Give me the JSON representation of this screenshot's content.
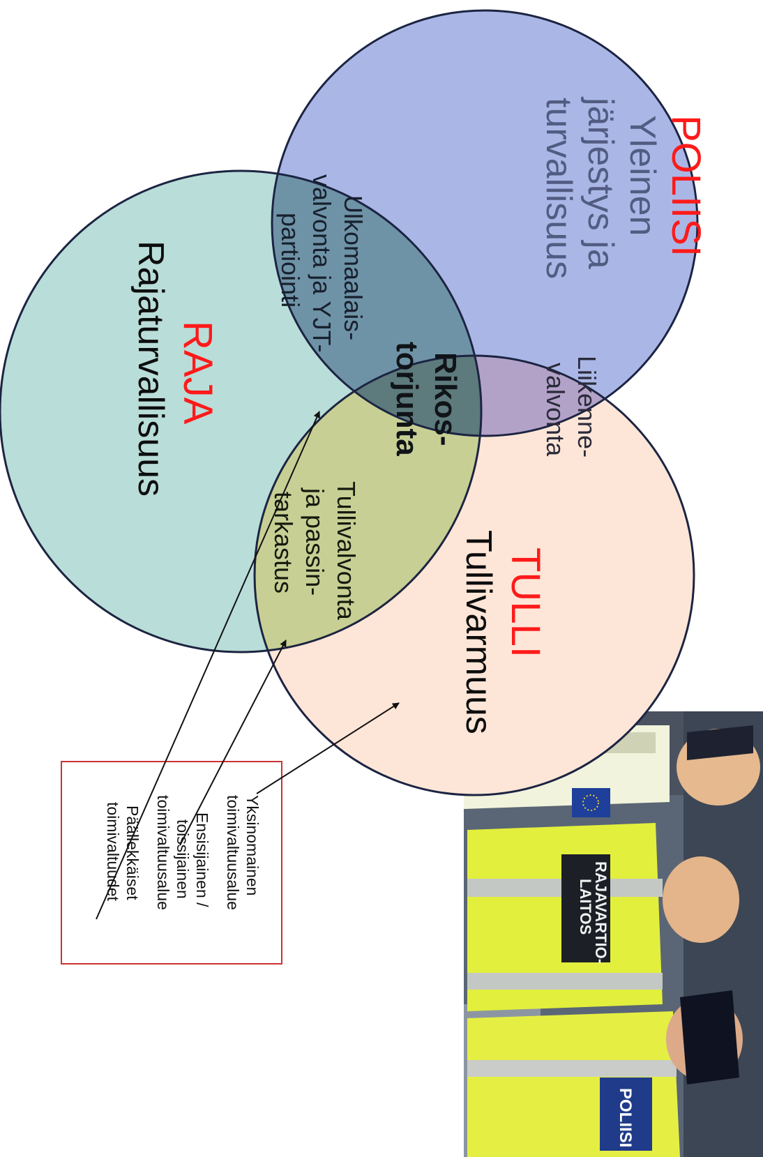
{
  "colors": {
    "police_fill": "#aab7e6",
    "customs_fill": "#fde6d7",
    "border_fill": "#b9ddd8",
    "police_customs_overlap": "#b3a2c8",
    "police_border_overlap": "#6f93a6",
    "customs_border_overlap": "#c7cf94",
    "center_overlap": "#5d7a7c",
    "circle_stroke": "#1c2442",
    "agency_red": "#ff1a1a",
    "legend_border": "#cc3333"
  },
  "circles": {
    "police": {
      "name": "POLIISI",
      "lines": [
        "Yleinen",
        "järjestys ja",
        "turvallisuus"
      ]
    },
    "customs": {
      "name": "TULLI",
      "lines": [
        "Tullivarmuus"
      ]
    },
    "border": {
      "name": "RAJA",
      "lines": [
        "Rajaturvallisuus"
      ]
    }
  },
  "overlaps": {
    "police_customs": [
      "Liikenne-",
      "valvonta"
    ],
    "police_border": [
      "Ulkomaalais-",
      "valvonta ja YJT-",
      "partiointi"
    ],
    "customs_border": [
      "Tullivalvonta",
      "ja passin-",
      "tarkastus"
    ],
    "center": [
      "Rikos-",
      "torjunta"
    ]
  },
  "legend": {
    "items": [
      {
        "lines": [
          "Yksinomainen",
          "toimivaltuusalue"
        ]
      },
      {
        "lines": [
          "Ensisijainen /",
          "toissijainen",
          "toimivaltuusalue"
        ]
      },
      {
        "lines": [
          "Päällekkäiset",
          "toimivaltuudet"
        ]
      }
    ]
  },
  "photo": {
    "badges": [
      "RAJAVARTIO-",
      "LAITOS",
      "POLIISI"
    ]
  }
}
